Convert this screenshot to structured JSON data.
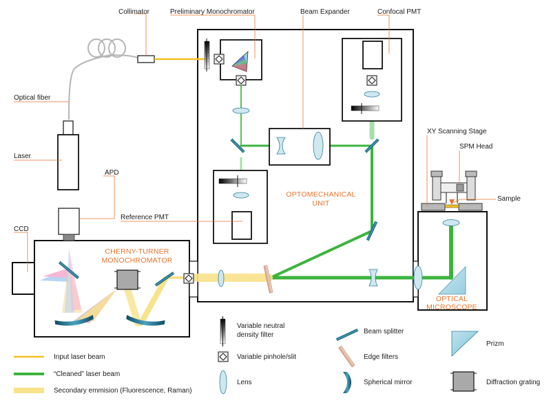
{
  "labels": {
    "collimator": "Collimator",
    "preliminary_monochromator": "Preliminary Monochromator",
    "beam_expander": "Beam Expander",
    "confocal_pmt": "Confocal PMT",
    "optical_fiber": "Optical fiber",
    "laser": "Laser",
    "apd": "APD",
    "reference_pmt": "Reference PMT",
    "ccd": "CCD",
    "xy_scanning_stage": "XY Scanning Stage",
    "spm_head": "SPM Head",
    "sample": "Sample"
  },
  "sections": {
    "optomechanical_1": "OPTOMECHANICAL",
    "optomechanical_2": "UNIT",
    "cherny_1": "CHERNY-TURNER",
    "cherny_2": "MONOCHROMATOR",
    "optical_1": "OPTICAL",
    "optical_2": "MICROSCOPE"
  },
  "legend": {
    "input_beam": "Input laser beam",
    "cleaned_beam": "“Cleaned” laser beam",
    "secondary_emission": "Secondary emmision (Fluorescence, Raman)",
    "nd_filter_1": "Variable neutral",
    "nd_filter_2": "density filter",
    "pinhole": "Variable pinhole/slit",
    "lens": "Lens",
    "beam_splitter": "Beam splitter",
    "edge_filters": "Edge filters",
    "spherical_mirror": "Spherical mirror",
    "prizm": "Prizm",
    "diffraction_grating": "Diffraction grating"
  },
  "colors": {
    "input_beam": "#f5c020",
    "cleaned_beam": "#3cb43c",
    "secondary_emission": "#f8e28a",
    "accent": "#e8732c",
    "optic_blue": "#2b7f9e",
    "lens_fill": "#cfe8ef",
    "grating_fill": "#a9a9a9"
  }
}
